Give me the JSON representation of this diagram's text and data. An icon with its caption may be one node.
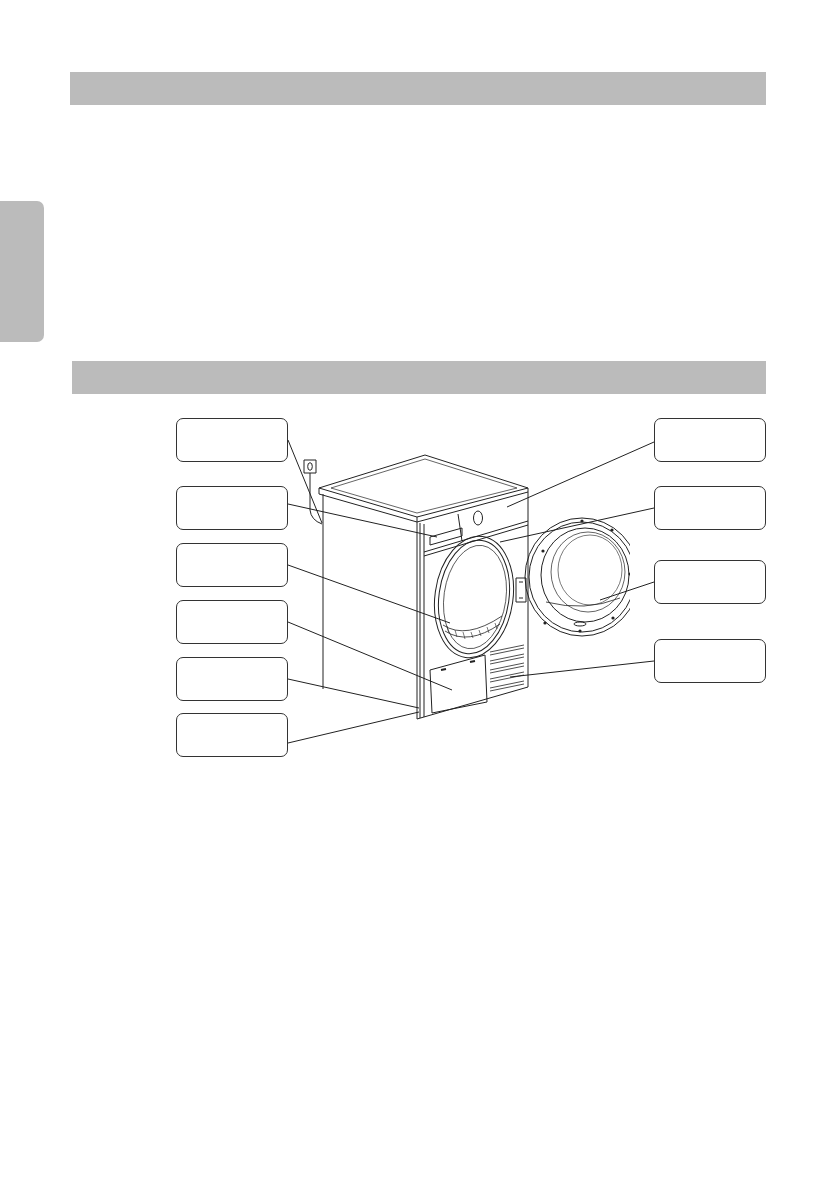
{
  "diagram": {
    "nodes": [
      {
        "text": [],
        "shape": "bar"
      },
      {
        "text": [],
        "shape": "bar"
      },
      {
        "text": [],
        "shape": "bar"
      },
      {
        "text": [],
        "shape": "box"
      },
      {
        "text": [],
        "shape": "box"
      },
      {
        "text": [],
        "shape": "box"
      },
      {
        "text": [],
        "shape": "box"
      },
      {
        "text": [],
        "shape": "box"
      },
      {
        "text": [],
        "shape": "box"
      },
      {
        "text": [],
        "shape": "box"
      },
      {
        "text": [],
        "shape": "box"
      },
      {
        "text": [],
        "shape": "box"
      },
      {
        "text": [],
        "shape": "box"
      }
    ],
    "edges": [
      {
        "from": 3,
        "to": null,
        "arrow": "none"
      },
      {
        "from": 4,
        "to": null,
        "arrow": "none"
      },
      {
        "from": 5,
        "to": null,
        "arrow": "none"
      },
      {
        "from": 6,
        "to": null,
        "arrow": "none"
      },
      {
        "from": 7,
        "to": null,
        "arrow": "none"
      },
      {
        "from": 8,
        "to": null,
        "arrow": "none"
      },
      {
        "from": 9,
        "to": null,
        "arrow": "none"
      },
      {
        "from": 10,
        "to": null,
        "arrow": "none"
      },
      {
        "from": 11,
        "to": null,
        "arrow": "none"
      },
      {
        "from": 12,
        "to": null,
        "arrow": "none"
      }
    ]
  }
}
